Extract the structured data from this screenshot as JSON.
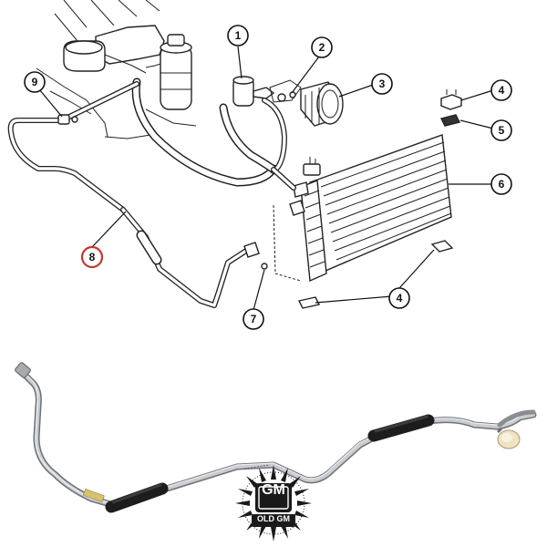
{
  "callouts": [
    {
      "id": "1",
      "label": "1"
    },
    {
      "id": "2",
      "label": "2"
    },
    {
      "id": "3",
      "label": "3"
    },
    {
      "id": "4a",
      "label": "4"
    },
    {
      "id": "5",
      "label": "5"
    },
    {
      "id": "6",
      "label": "6"
    },
    {
      "id": "4b",
      "label": "4"
    },
    {
      "id": "7",
      "label": "7"
    },
    {
      "id": "8",
      "label": "8"
    },
    {
      "id": "9",
      "label": "9"
    }
  ],
  "highlighted_callout": "8",
  "logo": {
    "main": "GM",
    "sub": "OLD GM"
  },
  "colors": {
    "highlight": "#c0392b",
    "ink": "#111111",
    "photo_background": "#ffffff",
    "logo_background": "#1a1a1a"
  }
}
